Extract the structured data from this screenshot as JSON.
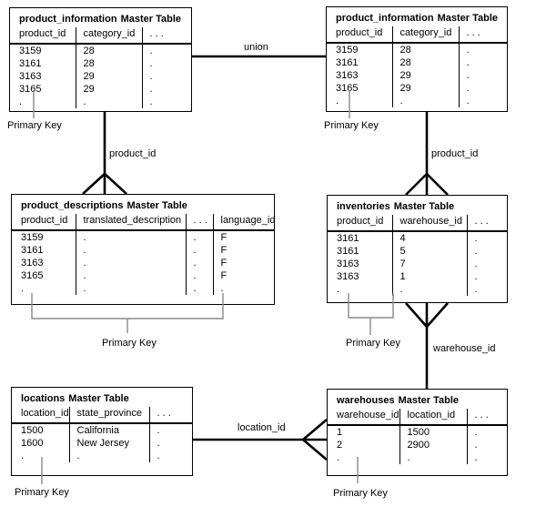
{
  "diagram": {
    "background_color": "#ffffff",
    "line_color": "#000000",
    "pointer_color": "#8a8a8a",
    "description": "Entity-relationship diagram of master tables joined by keys"
  },
  "tables": [
    {
      "id": "product_information_left",
      "name": "product_information",
      "type_label": "Master Table",
      "columns": [
        "product_id",
        "category_id",
        ". . ."
      ],
      "rows": [
        [
          "3159",
          "28",
          "."
        ],
        [
          "3161",
          "28",
          "."
        ],
        [
          "3163",
          "29",
          "."
        ],
        [
          "3165",
          "29",
          "."
        ],
        [
          ".",
          ".",
          "."
        ]
      ],
      "primary_key_label": "Primary Key"
    },
    {
      "id": "product_information_right",
      "name": "product_information",
      "type_label": "Master Table",
      "columns": [
        "product_id",
        "category_id",
        ". . ."
      ],
      "rows": [
        [
          "3159",
          "28",
          "."
        ],
        [
          "3161",
          "28",
          "."
        ],
        [
          "3163",
          "29",
          "."
        ],
        [
          "3165",
          "29",
          "."
        ],
        [
          ".",
          ".",
          "."
        ]
      ],
      "primary_key_label": "Primary Key"
    },
    {
      "id": "product_descriptions",
      "name": "product_descriptions",
      "type_label": "Master Table",
      "columns": [
        "product_id",
        "translated_description",
        ". . .",
        "language_id"
      ],
      "rows": [
        [
          "3159",
          ".",
          ".",
          "F"
        ],
        [
          "3161",
          ".",
          ".",
          "F"
        ],
        [
          "3163",
          ".",
          ".",
          "F"
        ],
        [
          "3165",
          ".",
          ".",
          "F"
        ],
        [
          ".",
          ".",
          ".",
          "."
        ]
      ],
      "primary_key_label": "Primary Key"
    },
    {
      "id": "inventories",
      "name": "inventories",
      "type_label": "Master Table",
      "columns": [
        "product_id",
        "warehouse_id",
        ". . ."
      ],
      "rows": [
        [
          "3161",
          "4",
          "."
        ],
        [
          "3161",
          "5",
          "."
        ],
        [
          "3163",
          "7",
          "."
        ],
        [
          "3163",
          "1",
          "."
        ],
        [
          ".",
          ".",
          "."
        ]
      ],
      "primary_key_label": "Primary Key"
    },
    {
      "id": "locations",
      "name": "locations",
      "type_label": "Master Table",
      "columns": [
        "location_id",
        "state_province",
        ". . ."
      ],
      "rows": [
        [
          "1500",
          "California",
          "."
        ],
        [
          "1600",
          "New Jersey",
          "."
        ],
        [
          ".",
          ".",
          "."
        ]
      ],
      "primary_key_label": "Primary Key"
    },
    {
      "id": "warehouses",
      "name": "warehouses",
      "type_label": "Master Table",
      "columns": [
        "warehouse_id",
        "location_id",
        ". . ."
      ],
      "rows": [
        [
          "1",
          "1500",
          "."
        ],
        [
          "2",
          "2900",
          "."
        ],
        [
          ".",
          ".",
          "."
        ]
      ],
      "primary_key_label": "Primary Key"
    }
  ],
  "connectors": {
    "union_label": "union",
    "product_id_left_label": "product_id",
    "product_id_right_label": "product_id",
    "warehouse_id_label": "warehouse_id",
    "location_id_label": "location_id"
  }
}
